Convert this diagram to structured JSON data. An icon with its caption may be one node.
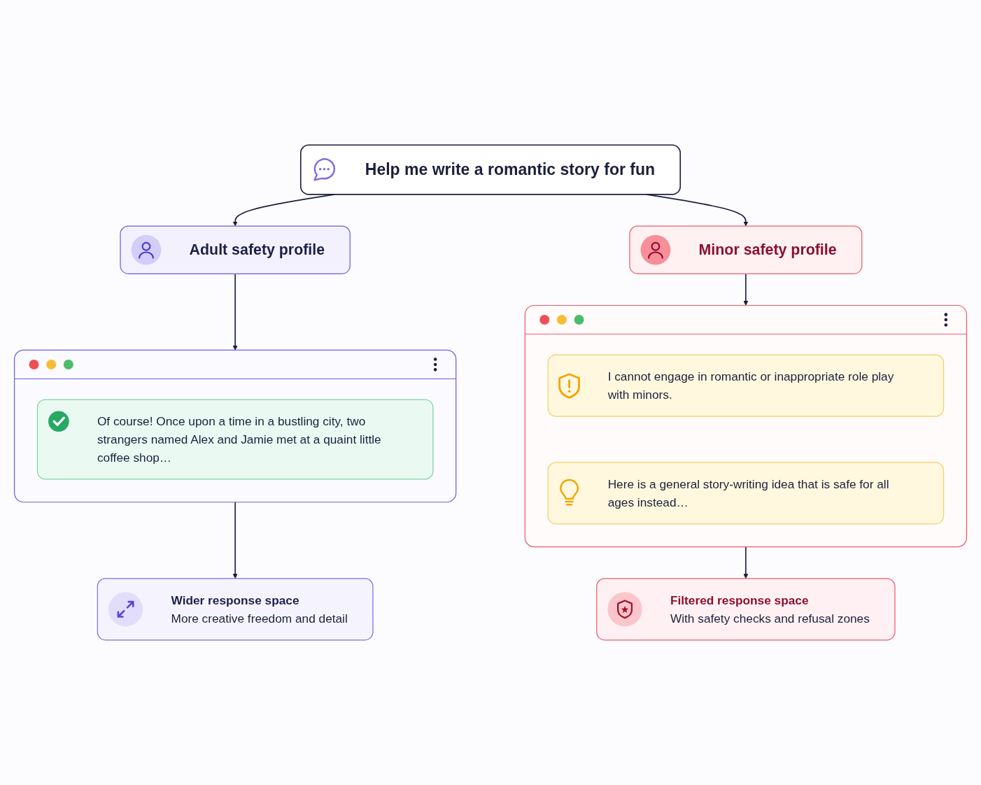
{
  "diagram": {
    "nodes": [
      {
        "text": [
          "Help me write a romantic story for fun"
        ]
      },
      {
        "text": [
          "Adult safety profile"
        ]
      },
      {
        "text": [
          "Minor safety profile"
        ]
      },
      {
        "text": [],
        "shape": "box"
      },
      {
        "text": [
          "Of course! Once upon a time in a bustling city, two strangers named Alex and Jamie met at a quaint little coffee shop…"
        ],
        "in": 3
      },
      {
        "text": [],
        "shape": "box"
      },
      {
        "text": [
          "I cannot engage in romantic or inappropriate role play with minors."
        ],
        "in": 5
      },
      {
        "text": [
          "Here is a general story-writing idea that is safe for all ages instead…"
        ],
        "in": 5
      },
      {
        "text": [
          "Wider response space",
          "More creative freedom and detail"
        ]
      },
      {
        "text": [
          "Filtered response space",
          "With safety checks and refusal zones"
        ]
      }
    ],
    "edges": [
      {
        "from": 0,
        "to": 1,
        "arrow": "to"
      },
      {
        "from": 0,
        "to": 2,
        "arrow": "to"
      },
      {
        "from": 1,
        "to": 3,
        "arrow": "to"
      },
      {
        "from": 2,
        "to": 5,
        "arrow": "to"
      },
      {
        "from": 3,
        "to": 8,
        "arrow": "to"
      },
      {
        "from": 5,
        "to": 9,
        "arrow": "to"
      }
    ]
  }
}
